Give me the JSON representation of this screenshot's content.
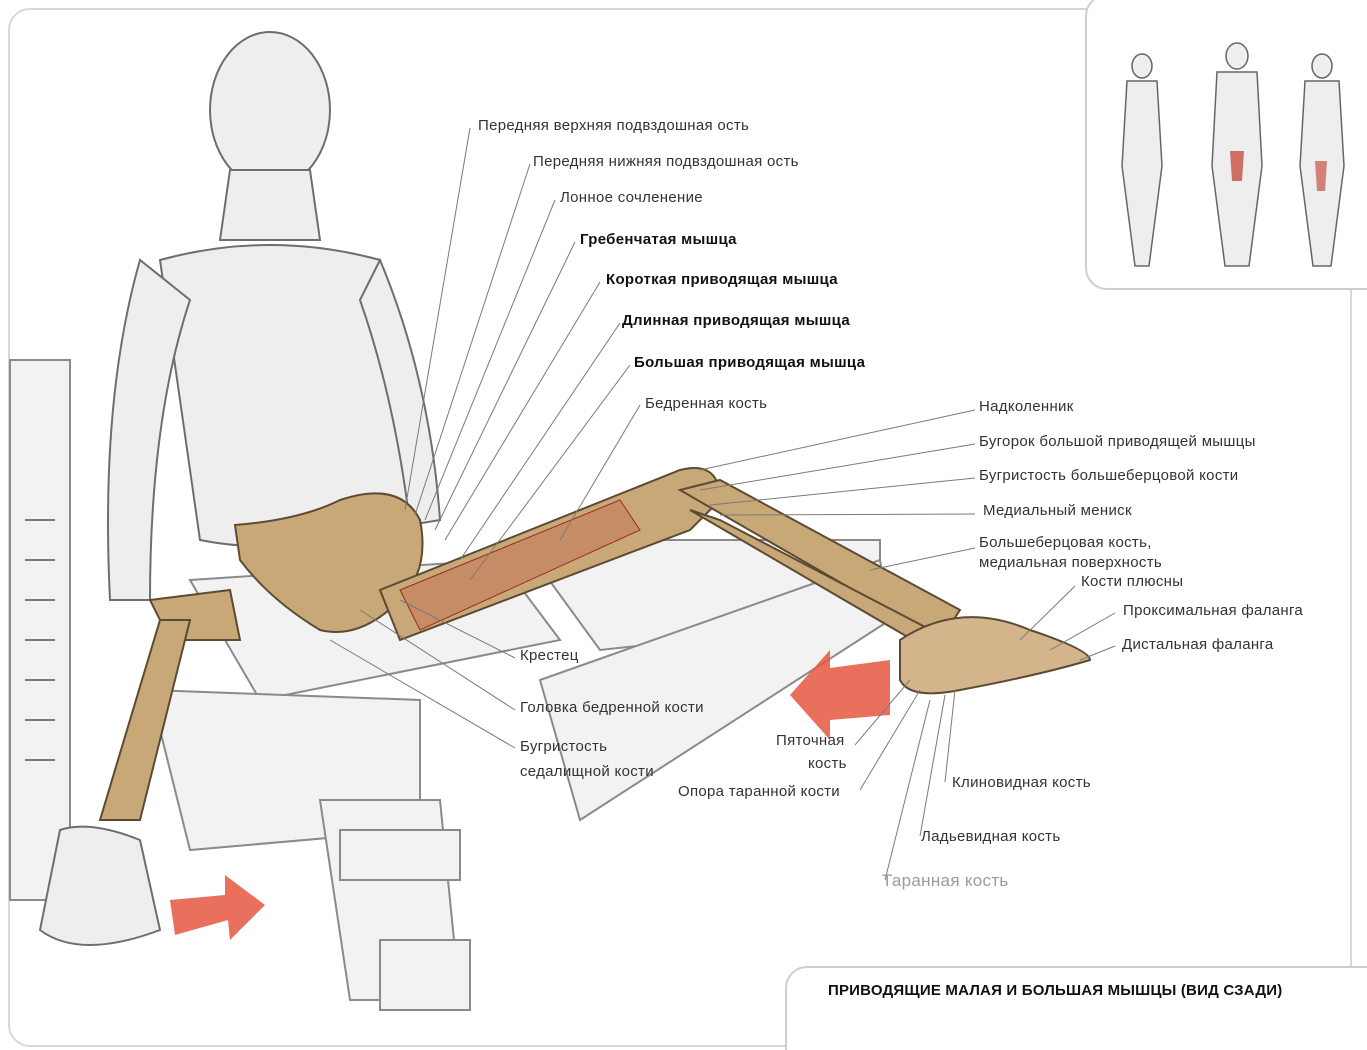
{
  "labels": {
    "ant_sup_iliac_spine": "Передняя верхняя подвздошная ость",
    "ant_inf_iliac_spine": "Передняя нижняя подвздошная ость",
    "pubic_symphysis": "Лонное сочленение",
    "pectineus": "Гребенчатая мышца",
    "adductor_brevis": "Короткая приводящая мышца",
    "adductor_longus": "Длинная приводящая мышца",
    "adductor_magnus": "Большая приводящая мышца",
    "femur": "Бедренная кость",
    "patella": "Надколенник",
    "adductor_tubercle": "Бугорок большой приводящей мышцы",
    "tibial_tuberosity": "Бугристость большеберцовой кости",
    "medial_meniscus": "Медиальный мениск",
    "tibia_medial_line1": "Большеберцовая кость,",
    "tibia_medial_line2": "медиальная поверхность",
    "metatarsals": "Кости плюсны",
    "proximal_phalanx": "Проксимальная фаланга",
    "distal_phalanx": "Дистальная фаланга",
    "sacrum": "Крестец",
    "femoral_head": "Головка бедренной кости",
    "ischial_tuberosity_line1": "Бугристость",
    "ischial_tuberosity_line2": "седалищной кости",
    "calcaneus_line1": "Пяточная",
    "calcaneus_line2": "кость",
    "sustentaculum_tali": "Опора таранной кости",
    "cuneiform": "Клиновидная кость",
    "navicular": "Ладьевидная кость",
    "talus": "Таранная кость"
  },
  "inset": {
    "title": "ПРИВОДЯЩИЕ МАЛАЯ И БОЛЬШАЯ МЫШЦЫ (ВИД СЗАДИ)"
  },
  "colors": {
    "bone": "#c9a878",
    "muscle_highlight": "#c0392b",
    "arrow": "#e4573f",
    "leader_line": "#7a7a7a"
  }
}
